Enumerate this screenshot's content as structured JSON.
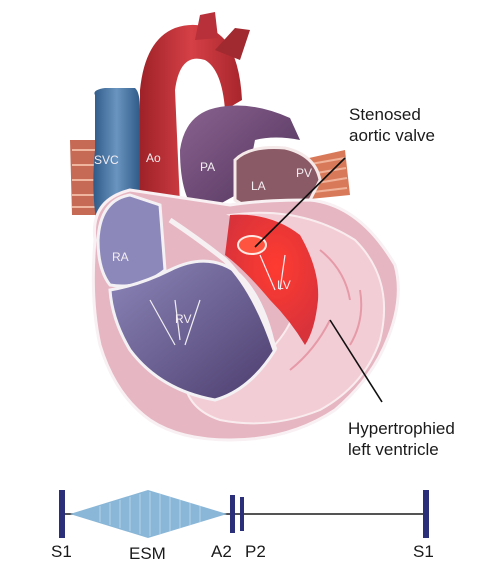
{
  "colors": {
    "aorta": "#c8353a",
    "pulmonary_artery": "#6e4a73",
    "svc": "#3f6a9a",
    "left_ventricle_fill": "#e8363a",
    "myocardium": "#f1c7cf",
    "right_heart": "#7a6a9a",
    "timeline": "#2b2f7a",
    "murmur": "#8ab7d8"
  },
  "structures": {
    "svc": "SVC",
    "ao": "Ao",
    "pa": "PA",
    "la": "LA",
    "pv": "PV",
    "ra": "RA",
    "rv": "RV",
    "lv": "LV"
  },
  "callouts": {
    "stenosed_line1": "Stenosed",
    "stenosed_line2": "aortic valve",
    "hyper_line1": "Hypertrophied",
    "hyper_line2": "left ventricle"
  },
  "timeline": {
    "s1_start": "S1",
    "esm": "ESM",
    "a2": "A2",
    "p2": "P2",
    "s1_end": "S1"
  }
}
